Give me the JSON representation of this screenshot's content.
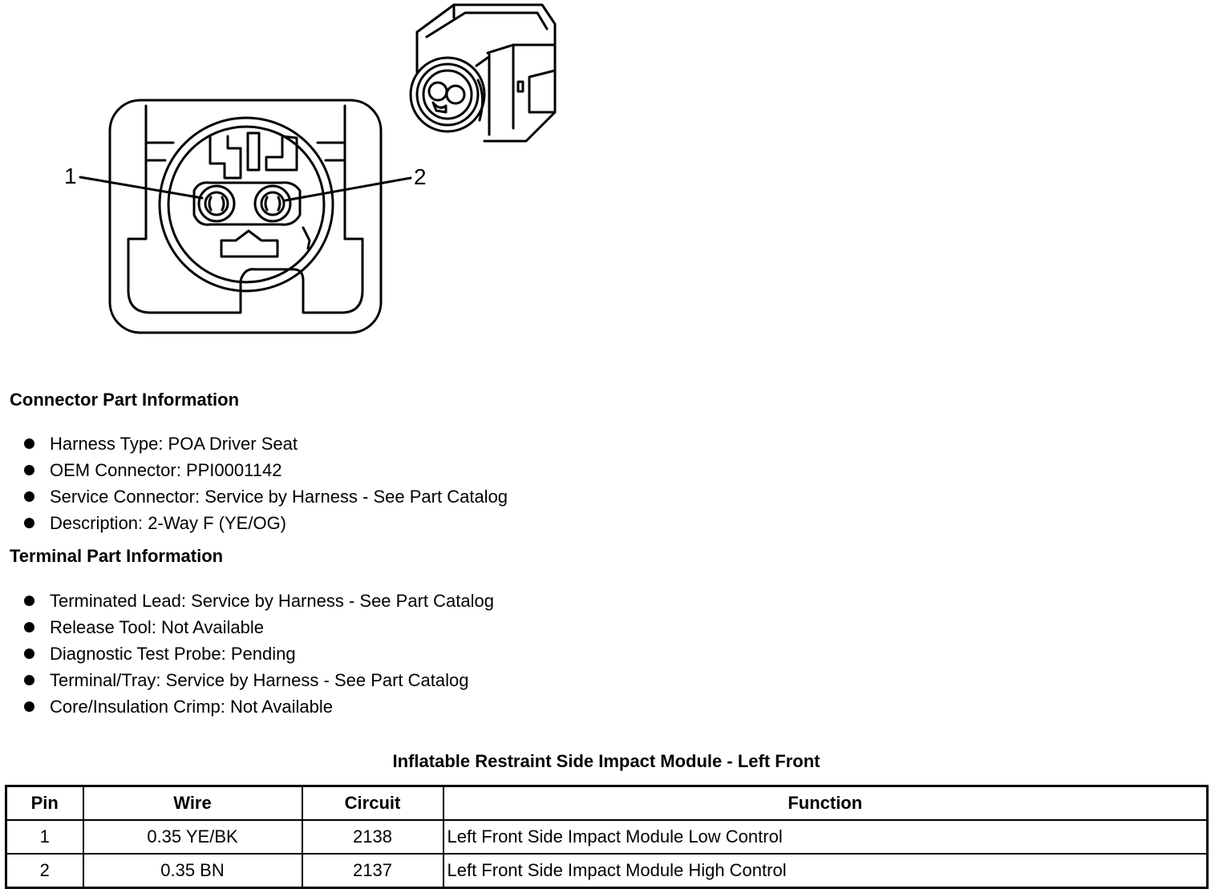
{
  "diagram": {
    "pin_labels": [
      "1",
      "2"
    ]
  },
  "connector_info": {
    "title": "Connector Part Information",
    "items": [
      "Harness Type: POA Driver Seat",
      "OEM Connector: PPI0001142",
      "Service Connector: Service by Harness - See Part Catalog",
      "Description: 2-Way F (YE/OG)"
    ]
  },
  "terminal_info": {
    "title": "Terminal Part Information",
    "items": [
      "Terminated Lead: Service by Harness - See Part Catalog",
      "Release Tool: Not Available",
      "Diagnostic Test Probe: Pending",
      "Terminal/Tray: Service by Harness - See Part Catalog",
      "Core/Insulation Crimp: Not Available"
    ]
  },
  "table": {
    "title": "Inflatable Restraint Side Impact Module - Left Front",
    "headers": [
      "Pin",
      "Wire",
      "Circuit",
      "Function"
    ],
    "rows": [
      [
        "1",
        "0.35 YE/BK",
        "2138",
        "Left Front Side Impact Module Low Control"
      ],
      [
        "2",
        "0.35 BN",
        "2137",
        "Left Front Side Impact Module High Control"
      ]
    ]
  }
}
